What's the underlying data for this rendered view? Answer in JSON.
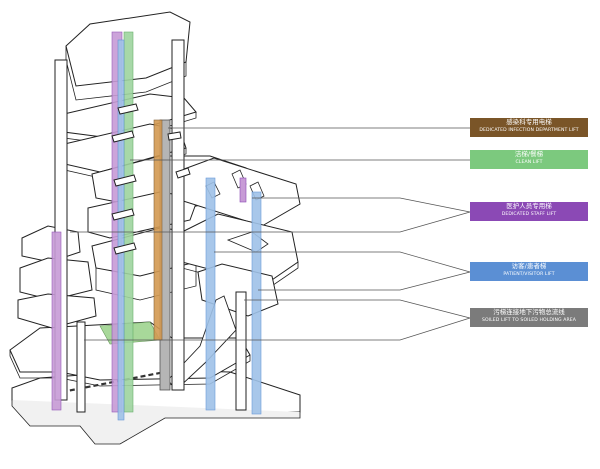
{
  "legend": [
    {
      "key": "infection",
      "zh": "感染科专用电梯",
      "en": "DEDICATED INFECTION DEPARTMENT LIFT",
      "color": "#7a5528"
    },
    {
      "key": "clean",
      "zh": "洁梯/餐梯",
      "en": "CLEAN LIFT",
      "color": "#7cc97e"
    },
    {
      "key": "staff",
      "zh": "医护人员专用梯",
      "en": "DEDICATED STAFF LIFT",
      "color": "#8b49b5"
    },
    {
      "key": "patient",
      "zh": "访客/患者梯",
      "en": "PATIENT/VISITOR LIFT",
      "color": "#5b8fd4"
    },
    {
      "key": "soiled",
      "zh": "污梯连接地下污物总流线",
      "en": "SOILED LIFT TO SOILED HOLDING AREA",
      "color": "#7b7b7b"
    }
  ],
  "colors": {
    "outline": "#222222",
    "infection_shaft": "#d39a52",
    "clean_shaft": "#9ed49f",
    "staff_shaft": "#c79bd6",
    "patient_shaft": "#9fc2e8",
    "soiled_shaft": "#a5a5a5",
    "leader": "#555555"
  }
}
